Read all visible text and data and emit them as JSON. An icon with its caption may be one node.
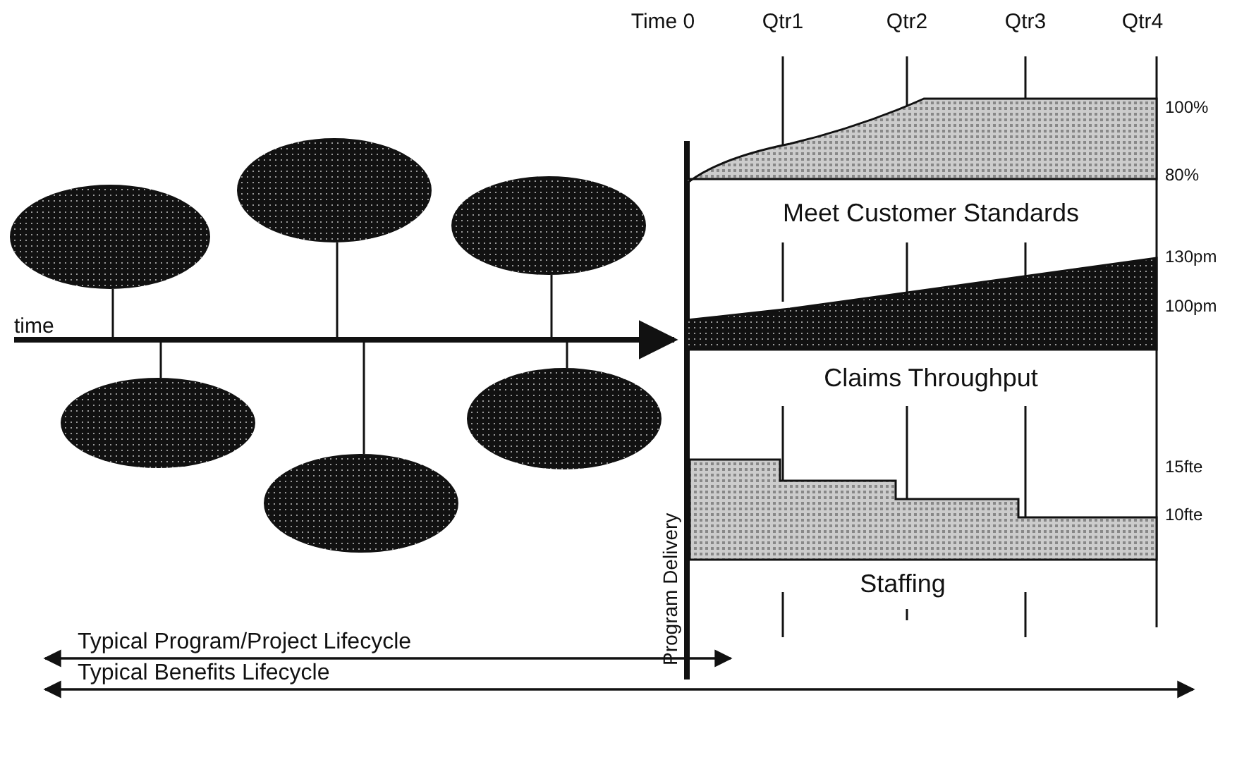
{
  "diagram": {
    "nodes": [
      {
        "text": [],
        "shape": "ellipse"
      },
      {
        "text": [],
        "shape": "ellipse"
      },
      {
        "text": [],
        "shape": "ellipse"
      },
      {
        "text": [],
        "shape": "ellipse"
      },
      {
        "text": [],
        "shape": "ellipse"
      },
      {
        "text": [],
        "shape": "ellipse"
      }
    ],
    "edges": [
      {
        "from": 0,
        "to": null,
        "arrow": "none"
      },
      {
        "from": 1,
        "to": null,
        "arrow": "none"
      },
      {
        "from": 2,
        "to": null,
        "arrow": "none"
      },
      {
        "from": 3,
        "to": null,
        "arrow": "none"
      },
      {
        "from": 4,
        "to": null,
        "arrow": "none"
      },
      {
        "from": 5,
        "to": null,
        "arrow": "none"
      }
    ],
    "labels": [
      "Time 0",
      "Qtr1",
      "Qtr2",
      "Qtr3",
      "Qtr4",
      "time",
      "100%",
      "80%",
      "Meet Customer Standards",
      "130pm",
      "100pm",
      "Claims Throughput",
      "15fte",
      "10fte",
      "Staffing",
      "Program Delivery",
      "Typical Program/Project Lifecycle",
      "Typical Benefits Lifecycle"
    ]
  }
}
